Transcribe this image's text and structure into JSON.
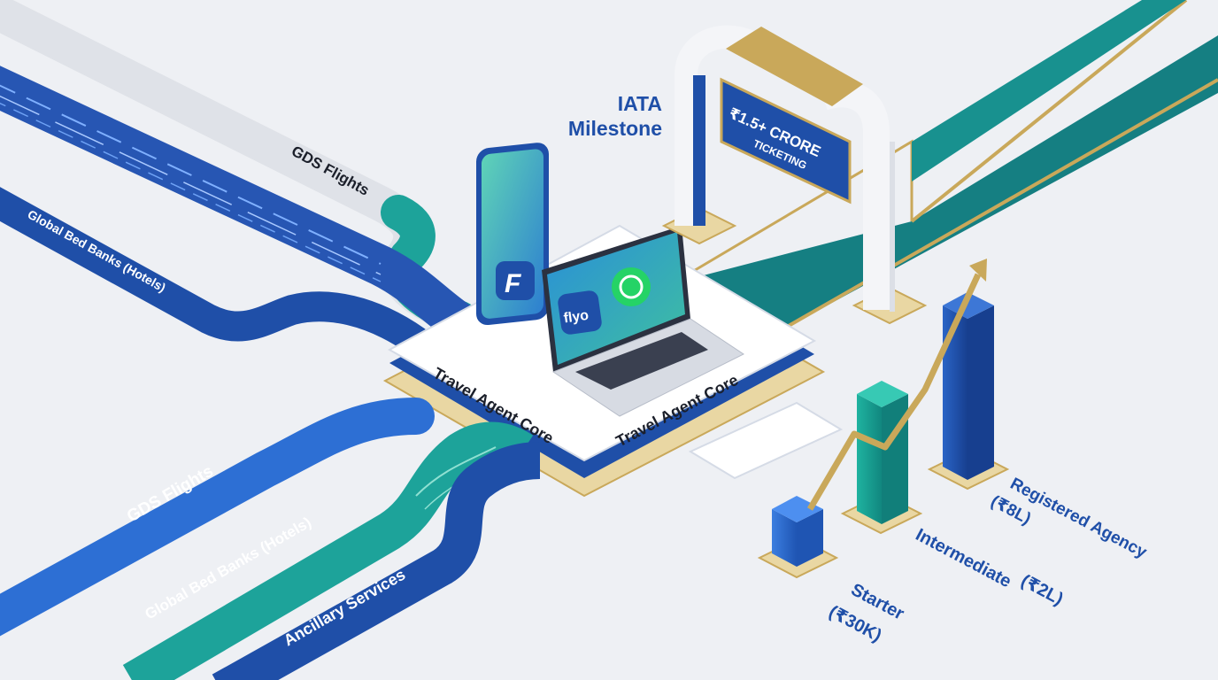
{
  "streams_in": {
    "gds": "GDS Flights",
    "hotels": "Global Bed Banks (Hotels)"
  },
  "streams_out": {
    "gds": "GDS Flights",
    "hotels": "Global Bed Banks (Hotels)",
    "ancillary": "Ancillary Services"
  },
  "core": {
    "label_left": "Travel Agent Core",
    "label_right": "Travel Agent Core",
    "app_brand": "flyo"
  },
  "milestone": {
    "title_line1": "IATA",
    "title_line2": "Milestone",
    "sign_line1": "₹1.5+ CRORE",
    "sign_line2": "TICKETING"
  },
  "tiers": [
    {
      "name": "Starter",
      "value": "(₹30K)"
    },
    {
      "name": "Intermediate",
      "value": "(₹2L)"
    },
    {
      "name": "Registered Agency",
      "value": "(₹8L)"
    }
  ],
  "colors": {
    "navy": "#1f4fa8",
    "blue": "#2a6fd6",
    "teal": "#1a9b93",
    "teal_dark": "#117f7a",
    "gold": "#c9a85a",
    "white": "#ffffff"
  }
}
